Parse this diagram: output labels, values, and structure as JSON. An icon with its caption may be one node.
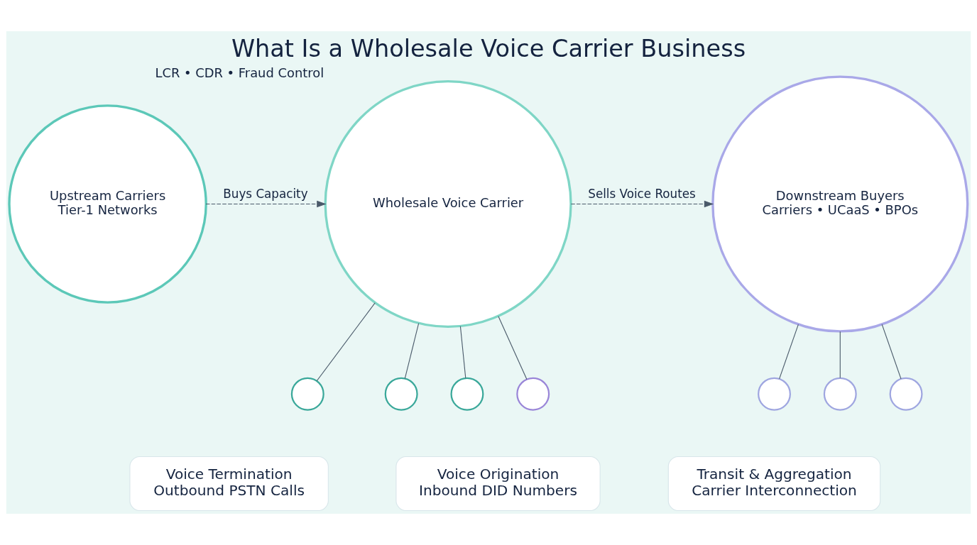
{
  "diagram": {
    "title": "What Is a Wholesale Voice Carrier Business",
    "nodes": [
      {
        "text": [
          "Upstream Carriers",
          "Tier-1 Networks"
        ]
      },
      {
        "text": [
          "Wholesale Voice Carrier"
        ],
        "beside": [
          "LCR • CDR • Fraud Control"
        ]
      },
      {
        "text": [
          "Downstream Buyers",
          "Carriers • UCaaS • BPOs"
        ]
      },
      {
        "text": [],
        "shape": "circle"
      },
      {
        "text": [],
        "shape": "circle"
      },
      {
        "text": [],
        "shape": "circle"
      },
      {
        "text": [],
        "shape": "circle"
      },
      {
        "text": [],
        "shape": "circle"
      },
      {
        "text": [],
        "shape": "circle"
      },
      {
        "text": [],
        "shape": "circle"
      },
      {
        "text": [
          "Voice Termination",
          "Outbound PSTN Calls"
        ]
      },
      {
        "text": [
          "Voice Origination",
          "Inbound DID Numbers"
        ]
      },
      {
        "text": [
          "Transit & Aggregation",
          "Carrier Interconnection"
        ]
      }
    ],
    "edges": [
      {
        "from": 0,
        "to": 1,
        "label": "Buys Capacity",
        "arrow": "to",
        "style": "dashed"
      },
      {
        "from": 1,
        "to": 2,
        "label": "Sells Voice Routes",
        "arrow": "to",
        "style": "dashed"
      },
      {
        "from": 1,
        "to": 3,
        "arrow": "none"
      },
      {
        "from": 1,
        "to": 4,
        "arrow": "none"
      },
      {
        "from": 1,
        "to": 5,
        "arrow": "none"
      },
      {
        "from": 1,
        "to": 6,
        "arrow": "none"
      },
      {
        "from": 2,
        "to": 7,
        "arrow": "none"
      },
      {
        "from": 2,
        "to": 8,
        "arrow": "none"
      },
      {
        "from": 2,
        "to": 9,
        "arrow": "none"
      }
    ]
  }
}
